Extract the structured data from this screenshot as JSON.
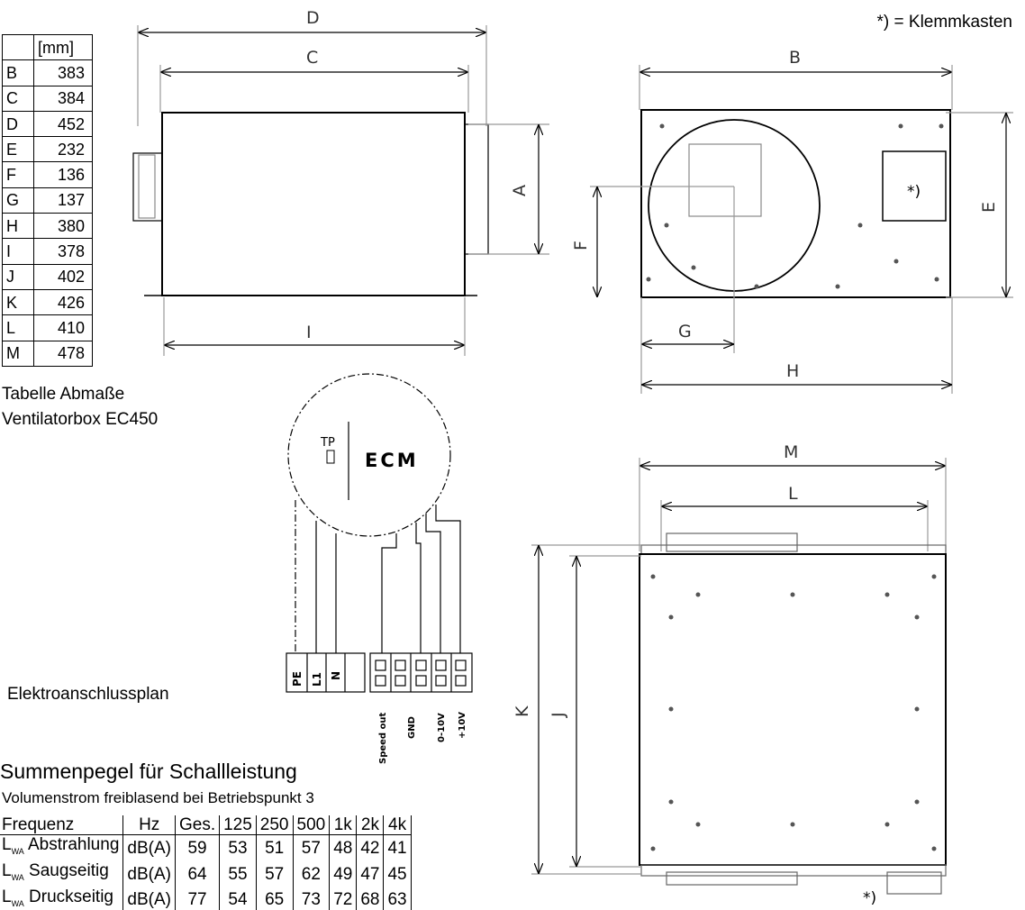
{
  "note": "*) = Klemmkasten",
  "dimension_table": {
    "unit_header": "[mm]",
    "rows": [
      {
        "key": "B",
        "value": "383"
      },
      {
        "key": "C",
        "value": "384"
      },
      {
        "key": "D",
        "value": "452"
      },
      {
        "key": "E",
        "value": "232"
      },
      {
        "key": "F",
        "value": "136"
      },
      {
        "key": "G",
        "value": "137"
      },
      {
        "key": "H",
        "value": "380"
      },
      {
        "key": "I",
        "value": "378"
      },
      {
        "key": "J",
        "value": "402"
      },
      {
        "key": "K",
        "value": "426"
      },
      {
        "key": "L",
        "value": "410"
      },
      {
        "key": "M",
        "value": "478"
      }
    ],
    "caption_line1": "Tabelle Abmaße",
    "caption_line2": "Ventilatorbox EC450"
  },
  "drawing_labels": {
    "A": "A",
    "B": "B",
    "C": "C",
    "D": "D",
    "E": "E",
    "F": "F",
    "G": "G",
    "H": "H",
    "I": "I",
    "J": "J",
    "K": "K",
    "L": "L",
    "M": "M",
    "terminal_box_mark": "*)"
  },
  "wiring": {
    "title": "Elektroanschlussplan",
    "tp": "TP",
    "motor": "ECM",
    "power_terminals": [
      "PE",
      "L1",
      "N"
    ],
    "signal_labels": [
      "Speed out",
      "GND",
      "0-10V",
      "+10V"
    ]
  },
  "sound": {
    "title": "Summenpegel für Schallleistung",
    "subtitle": "Volumenstrom freiblasend bei Betriebspunkt 3",
    "header": [
      "Frequenz",
      "Hz",
      "Ges.",
      "125",
      "250",
      "500",
      "1k",
      "2k",
      "4k"
    ],
    "rows": [
      {
        "label": "Abstrahlung",
        "unit": "dB(A)",
        "values": [
          "59",
          "53",
          "51",
          "57",
          "48",
          "42",
          "41"
        ]
      },
      {
        "label": "Saugseitig",
        "unit": "dB(A)",
        "values": [
          "64",
          "55",
          "57",
          "62",
          "49",
          "47",
          "45"
        ]
      },
      {
        "label": "Druckseitig",
        "unit": "dB(A)",
        "values": [
          "77",
          "54",
          "65",
          "73",
          "72",
          "68",
          "63"
        ]
      }
    ],
    "l_prefix": "L",
    "l_sub": "WA"
  }
}
